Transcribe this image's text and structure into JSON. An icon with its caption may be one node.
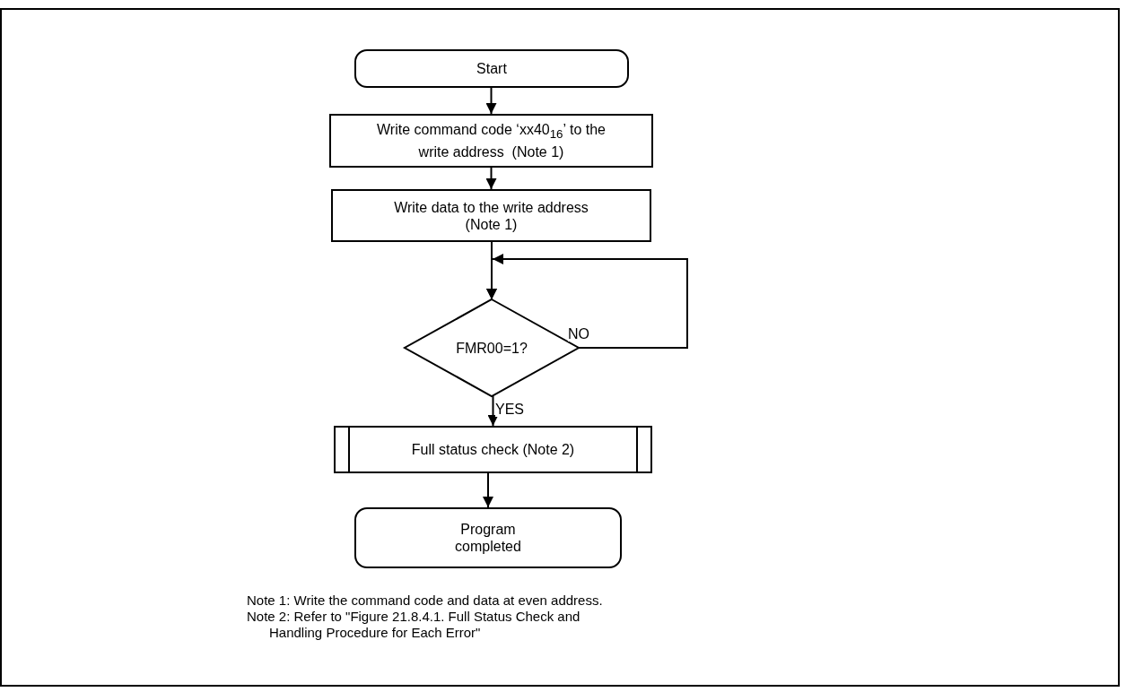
{
  "diagram": {
    "nodes": [
      {
        "text": [
          "Start"
        ]
      },
      {
        "text": [
          "Write command code ‘xx40$_{16}$’ to the write address  (Note 1)"
        ]
      },
      {
        "text": [
          "Write data to the write address (Note 1)"
        ]
      },
      {
        "text": [
          "FMR00=1?"
        ]
      },
      {
        "text": [
          "Full status check (Note 2)"
        ]
      },
      {
        "text": [
          "Program completed"
        ]
      }
    ],
    "edges": [
      {
        "from": 0,
        "to": 1,
        "arrow": "to"
      },
      {
        "from": 1,
        "to": 2,
        "arrow": "to"
      },
      {
        "from": 2,
        "to": 3,
        "arrow": "to"
      },
      {
        "from": 3,
        "to": 3,
        "arrow": "to",
        "label": "NO"
      },
      {
        "from": 3,
        "to": 4,
        "arrow": "to",
        "label": "YES"
      },
      {
        "from": 4,
        "to": 5,
        "arrow": "to"
      }
    ],
    "labels": [
      "Note 1: Write the command code and data at even address.",
      "Note 2: Refer to \"Figure 21.8.4.1. Full Status Check and Handling Procedure for Each Error\""
    ]
  }
}
